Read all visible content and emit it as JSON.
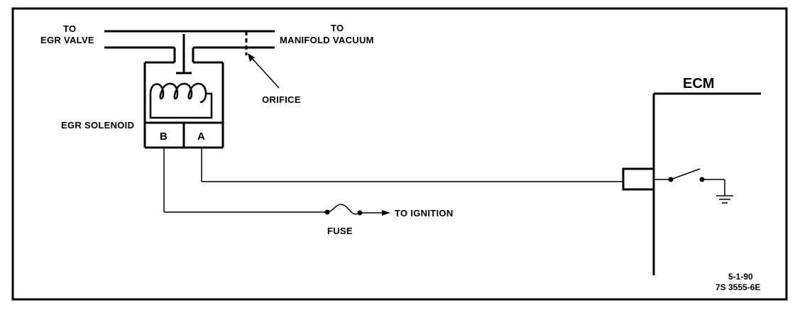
{
  "labels": {
    "to_egr_line1": "TO",
    "to_egr_line2": "EGR VALVE",
    "to_manifold_line1": "TO",
    "to_manifold_line2": "MANIFOLD VACUUM",
    "orifice": "ORIFICE",
    "egr_solenoid": "EGR SOLENOID",
    "pin_b": "B",
    "pin_a": "A",
    "ecm": "ECM",
    "fuse": "FUSE",
    "to_ignition": "TO IGNITION",
    "date": "5-1-90",
    "ref_number": "7S 3555-6E"
  },
  "colors": {
    "line": "#000000",
    "background": "#ffffff"
  }
}
